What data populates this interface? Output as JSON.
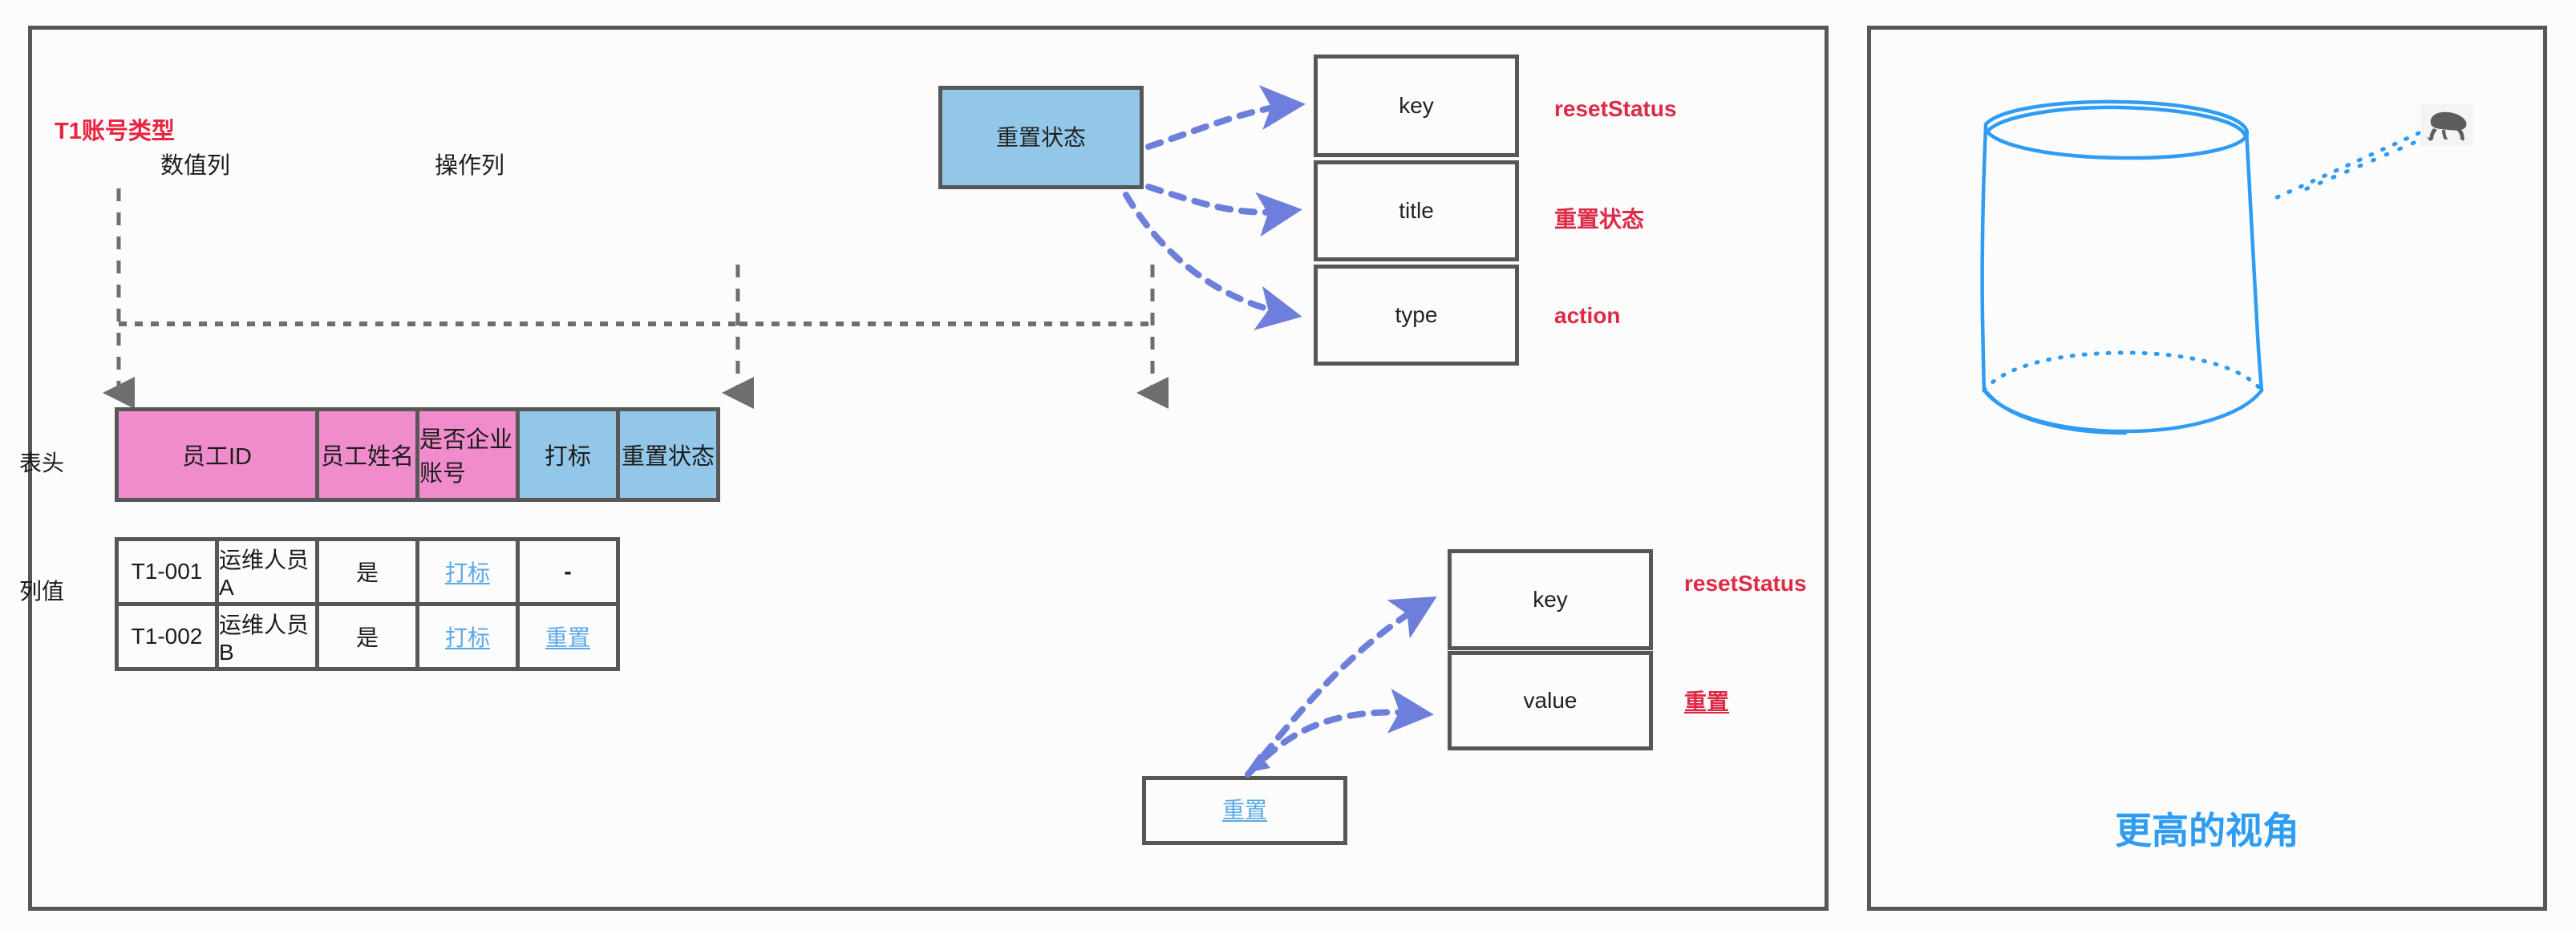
{
  "title_annotation": "T1账号类型",
  "left_panel": {
    "group_labels": [
      {
        "text": "数值列"
      },
      {
        "text": "操作列"
      }
    ],
    "row_labels": [
      {
        "text": "表头"
      },
      {
        "text": "列值"
      }
    ],
    "table": {
      "headers": [
        {
          "label": "员工ID",
          "kind": "value"
        },
        {
          "label": "员工姓名",
          "kind": "value"
        },
        {
          "label": "是否企业账号",
          "kind": "value"
        },
        {
          "label": "打标",
          "kind": "operation"
        },
        {
          "label": "重置状态",
          "kind": "operation"
        }
      ],
      "rows": [
        [
          {
            "text": "T1-001",
            "style": "plain"
          },
          {
            "text": "运维人员A",
            "style": "plain"
          },
          {
            "text": "是",
            "style": "plain"
          },
          {
            "text": "打标",
            "style": "link"
          },
          {
            "text": "-",
            "style": "dash"
          }
        ],
        [
          {
            "text": "T1-002",
            "style": "plain"
          },
          {
            "text": "运维人员B",
            "style": "plain"
          },
          {
            "text": "是",
            "style": "plain"
          },
          {
            "text": "打标",
            "style": "link"
          },
          {
            "text": "重置",
            "style": "link"
          }
        ]
      ]
    },
    "column_schema": {
      "source_box": "重置状态",
      "fields": [
        {
          "name": "key",
          "value": "resetStatus"
        },
        {
          "name": "title",
          "value": "重置状态"
        },
        {
          "name": "type",
          "value": "action"
        }
      ]
    },
    "action_schema": {
      "source_box": "重置",
      "fields": [
        {
          "name": "key",
          "value": "resetStatus"
        },
        {
          "name": "value",
          "value": "重置"
        }
      ]
    }
  },
  "right_panel": {
    "caption": "更高的视角",
    "icon": "frog-icon"
  },
  "colors": {
    "pink": "#f08ccb",
    "blue": "#93c7e9",
    "link": "#5ba9e6",
    "red": "#dd2a47",
    "red_title": "#e8243f",
    "border": "#575757",
    "arrow": "#6e7fdb",
    "sketch": "#2f9cf4"
  }
}
